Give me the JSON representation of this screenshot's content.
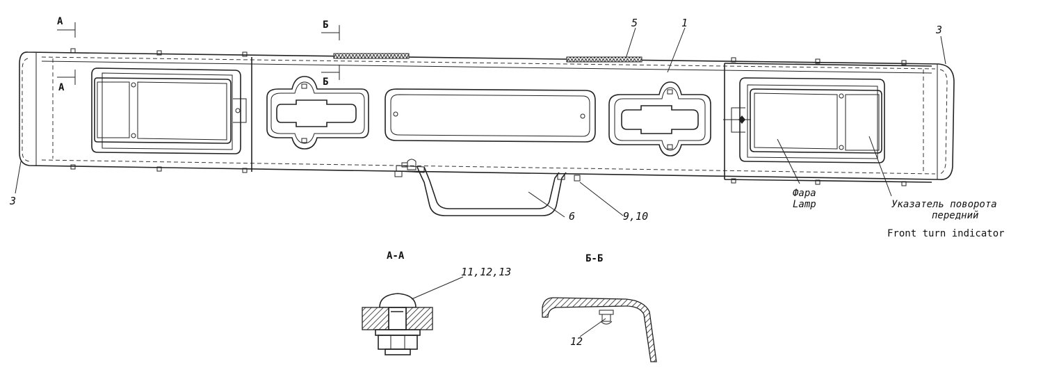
{
  "labels": {
    "part_1": "1",
    "part_3_left": "3",
    "part_3_right": "3",
    "part_5": "5",
    "part_6": "6",
    "part_9_10": "9,10",
    "part_11_12_13": "11,12,13",
    "part_12": "12",
    "section_a_top": "А",
    "section_a_bottom": "А",
    "section_b_top": "Б",
    "section_b_bottom": "Б",
    "section_aa_title": "А-А",
    "section_bb_title": "Б-Б"
  },
  "notes": {
    "lamp_ru": "Фара",
    "lamp_en": "Lamp",
    "turn_ru_1": "Указатель поворота",
    "turn_ru_2": "передний",
    "turn_en": "Front turn indicator"
  }
}
